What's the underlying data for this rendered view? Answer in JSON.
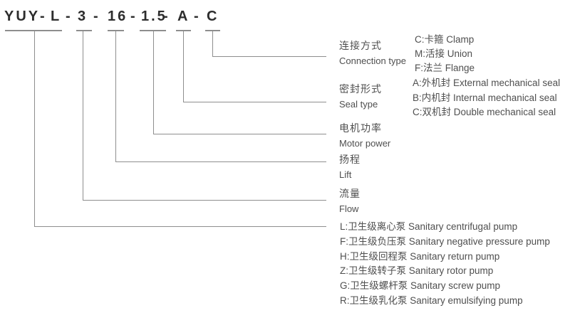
{
  "code": {
    "full": "YUY - L - 3 - 16 - 1.5 - A - C",
    "separator": "-",
    "segments": [
      "YUY",
      "L",
      "3",
      "16",
      "1.5",
      "A",
      "C"
    ]
  },
  "connection_type": {
    "label_cn": "连接方式",
    "label_en": "Connection type",
    "options": [
      "C:卡箍 Clamp",
      "M:活接 Union",
      "F:法兰 Flange"
    ]
  },
  "seal_type": {
    "label_cn": "密封形式",
    "label_en": "Seal type",
    "options": [
      "A:外机封 External mechanical seal",
      "B:内机封 Internal mechanical seal",
      "C:双机封 Double mechanical seal"
    ]
  },
  "motor_power": {
    "label_cn": "电机功率",
    "label_en": "Motor power"
  },
  "lift": {
    "label_cn": "扬程",
    "label_en": "Lift"
  },
  "flow": {
    "label_cn": "流量",
    "label_en": "Flow"
  },
  "pump_type": {
    "options": [
      "L:卫生级离心泵 Sanitary centrifugal pump",
      "F:卫生级负压泵 Sanitary negative pressure pump",
      "H:卫生级回程泵 Sanitary return pump",
      "Z:卫生级转子泵 Sanitary rotor pump",
      "G:卫生级螺杆泵 Sanitary screw pump",
      "R:卫生级乳化泵 Sanitary emulsifying pump"
    ]
  },
  "colors": {
    "line": "#8e8e8e",
    "code_text": "#2d2d2d",
    "label_text": "#4f4f4f",
    "background": "#ffffff"
  }
}
